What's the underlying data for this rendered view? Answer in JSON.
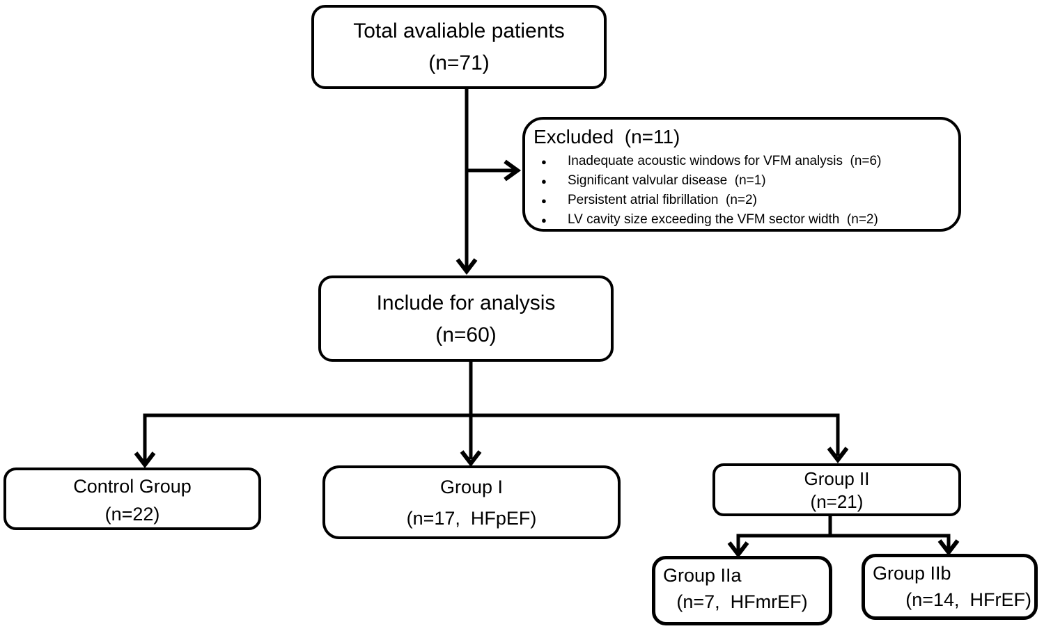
{
  "figure": {
    "type": "patient-flow-diagram",
    "colors": {
      "line": "#000000",
      "background": "#ffffff",
      "text": "#000000"
    }
  },
  "nodes": {
    "total": {
      "title": "Total avaliable patients",
      "subtitle": "(n=71)"
    },
    "excluded": {
      "title": "Excluded  (n=11)",
      "bullet_glyph": "●",
      "items": [
        "Inadequate acoustic windows for VFM analysis  (n=6)",
        "Significant valvular disease  (n=1)",
        "Persistent atrial fibrillation  (n=2)",
        "LV cavity size exceeding the VFM sector width  (n=2)"
      ]
    },
    "include": {
      "title": "Include for analysis",
      "subtitle": "(n=60)"
    },
    "control": {
      "title": "Control Group",
      "subtitle": "(n=22)"
    },
    "group1": {
      "title": "Group I",
      "subtitle": "(n=17,  HFpEF)"
    },
    "group2": {
      "title": "Group II",
      "subtitle": "(n=21)"
    },
    "group2a": {
      "title": "Group IIa",
      "subtitle": "(n=7,  HFmrEF)"
    },
    "group2b": {
      "title": "Group IIb",
      "subtitle": "(n=14,  HFrEF)"
    }
  }
}
